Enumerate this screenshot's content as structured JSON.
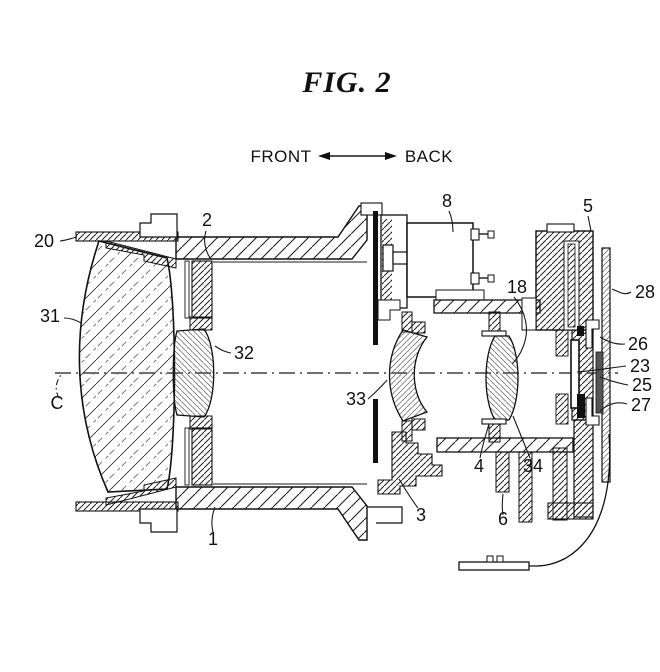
{
  "figure": {
    "title": "FIG. 2"
  },
  "orientation": {
    "front": "FRONT",
    "back": "BACK"
  },
  "part_labels": {
    "p20": "20",
    "p31": "31",
    "pC": "C",
    "p2": "2",
    "p32": "32",
    "p33": "33",
    "p1": "1",
    "p3": "3",
    "p8": "8",
    "p18": "18",
    "p4": "4",
    "p6": "6",
    "p34": "34",
    "p5": "5",
    "p28": "28",
    "p26": "26",
    "p23": "23",
    "p25": "25",
    "p27": "27"
  },
  "colors": {
    "ink": "#1a1a1a",
    "background": "#ffffff"
  }
}
